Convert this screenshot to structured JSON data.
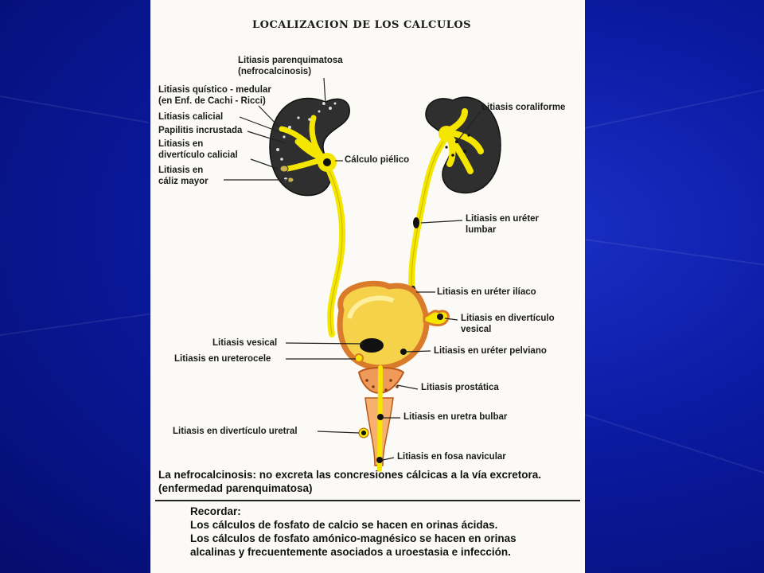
{
  "title": "LOCALIZACION DE LOS CALCULOS",
  "labels": {
    "parenquimatosa_1": "Litiasis parenquimatosa",
    "parenquimatosa_2": "(nefrocalcinosis)",
    "quistico_1": "Litiasis quístico - medular",
    "quistico_2": "(en Enf. de Cachi - Ricci)",
    "calicial": "Litiasis calicial",
    "papilitis": "Papilitis incrustada",
    "diverticulo_calicial_1": "Litiasis en",
    "diverticulo_calicial_2": "divertículo calicial",
    "caliz_mayor_1": "Litiasis en",
    "caliz_mayor_2": "cáliz mayor",
    "coraliforme": "Litiasis coraliforme",
    "pielico": "Cálculo piélico",
    "ureter_lumbar_1": "Litiasis en uréter",
    "ureter_lumbar_2": "lumbar",
    "ureter_iliaco": "Litiasis en uréter ilíaco",
    "diverticulo_vesical_1": "Litiasis en divertículo",
    "diverticulo_vesical_2": "vesical",
    "vesical": "Litiasis vesical",
    "ureterocele": "Litiasis en ureterocele",
    "ureter_pelviano": "Litiasis en uréter pelviano",
    "prostatica": "Litiasis prostática",
    "uretra_bulbar": "Litiasis en uretra bulbar",
    "diverticulo_uretral": "Litiasis en divertículo uretral",
    "fosa_navicular": "Litiasis en fosa navicular"
  },
  "note": {
    "line1": "La nefrocalcinosis: no excreta las concresiones cálcicas a la vía excretora.",
    "line2": "(enfermedad parenquimatosa)"
  },
  "remember": {
    "heading": "Recordar:",
    "line1": "Los cálculos de fosfato de calcio se hacen en orinas ácidas.",
    "line2": "Los cálculos de fosfato amónico-magnésico se hacen en orinas",
    "line3": "alcalinas y frecuentemente asociados a uroestasia e infección."
  },
  "colors": {
    "background": "#0a1aa0",
    "kidney": "#2e2e2e",
    "urine": "#f5e600",
    "bladder_wall": "#d97b2a",
    "stone": "#111111"
  }
}
